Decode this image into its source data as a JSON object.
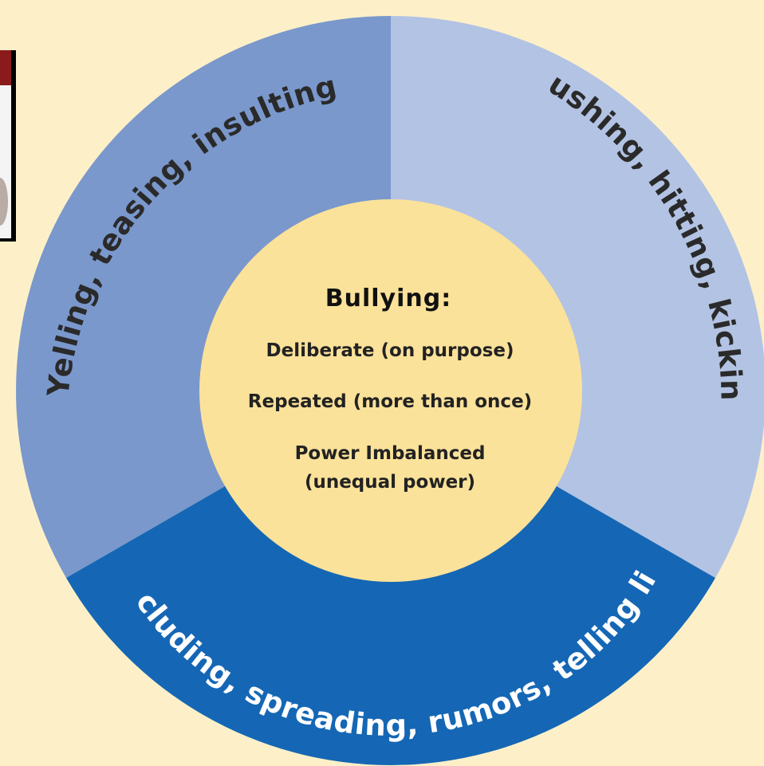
{
  "diagram": {
    "segments": [
      {
        "id": "verbal",
        "label": "Yelling, teasing, insulting",
        "color": "#7a98cc"
      },
      {
        "id": "physical",
        "label": "Pushing, hitting, kicking",
        "color": "#b3c3e4"
      },
      {
        "id": "social",
        "label": "Excluding, spreading, rumors, telling lies",
        "color": "#1567b5"
      }
    ],
    "center": {
      "title": "Bullying:",
      "lines": [
        "Deliberate (on purpose)",
        "Repeated (more than once)",
        "Power Imbalanced",
        "(unequal power)"
      ],
      "color": "#fbe29a"
    },
    "background_color": "#fdf0c8"
  }
}
